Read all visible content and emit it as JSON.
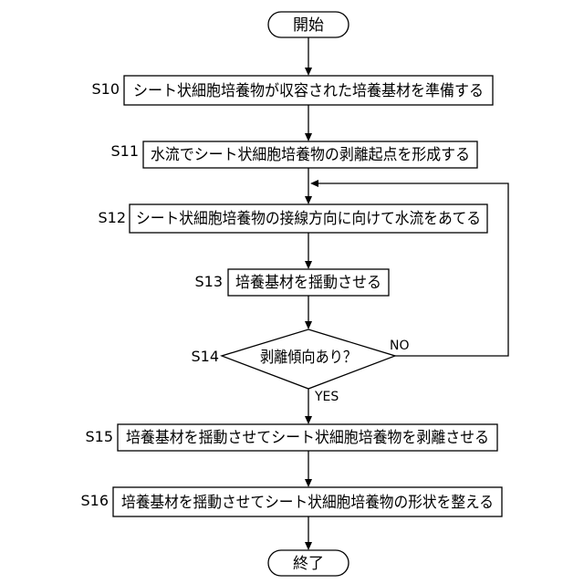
{
  "flowchart": {
    "start": "開始",
    "end": "終了",
    "steps": [
      {
        "id": "S10",
        "text": "シート状細胞培養物が収容された培養基材を準備する"
      },
      {
        "id": "S11",
        "text": "水流でシート状細胞培養物の剥離起点を形成する"
      },
      {
        "id": "S12",
        "text": "シート状細胞培養物の接線方向に向けて水流をあてる"
      },
      {
        "id": "S13",
        "text": "培養基材を揺動させる"
      },
      {
        "id": "S15",
        "text": "培養基材を揺動させてシート状細胞培養物を剥離させる"
      },
      {
        "id": "S16",
        "text": "培養基材を揺動させてシート状細胞培養物の形状を整える"
      }
    ],
    "decision": {
      "id": "S14",
      "text": "剥離傾向あり？",
      "yes": "YES",
      "no": "NO"
    }
  }
}
